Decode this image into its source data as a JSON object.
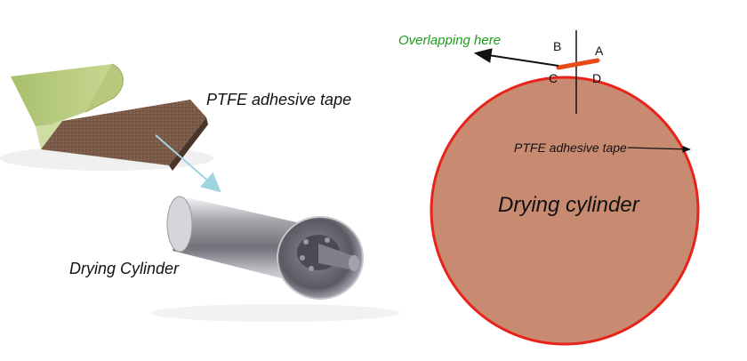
{
  "left_panel": {
    "tape_label": "PTFE adhesive tape",
    "cylinder_label": "Drying Cylinder"
  },
  "right_panel": {
    "overlap_label": "Overlapping here",
    "tape_label": "PTFE adhesive tape",
    "cylinder_label": "Drying cylinder",
    "points": {
      "a": "A",
      "b": "B",
      "c": "C",
      "d": "D"
    }
  },
  "colors": {
    "cylinder_fill": "#c98a72",
    "cylinder_outline": "#e8231b",
    "overlap_text": "#1f9b1f",
    "tape_segment": "#e84a1a",
    "pointer_arrow": "#9fd4e0"
  }
}
